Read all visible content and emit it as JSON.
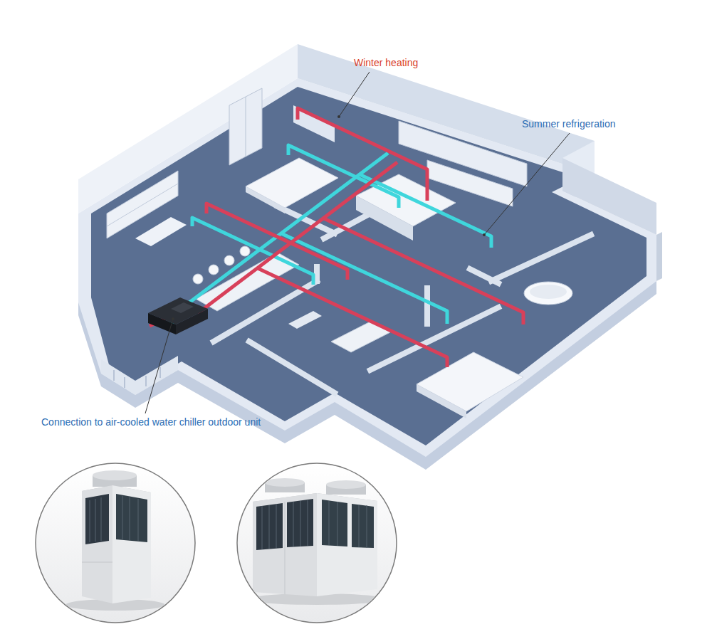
{
  "diagram": {
    "labels": [
      "Winter heating",
      "Summer refrigeration",
      "Connection to air-cooled water chiller outdoor unit"
    ]
  }
}
